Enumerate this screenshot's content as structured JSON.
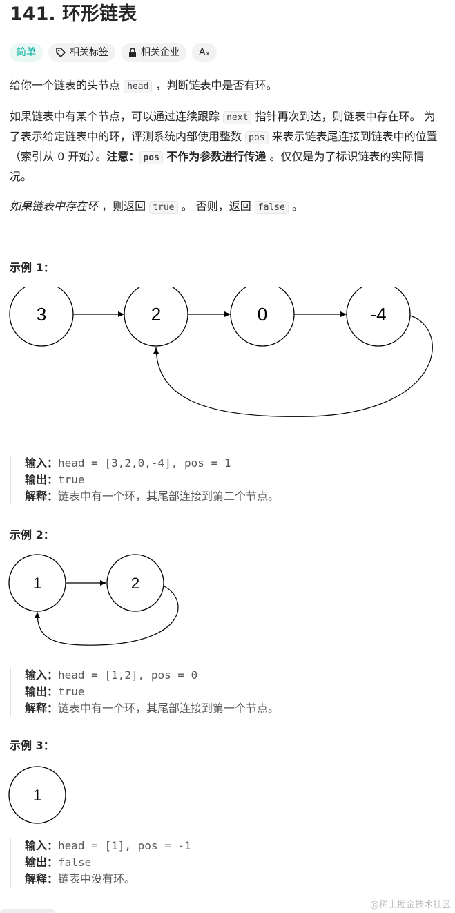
{
  "problem": {
    "title": "141. 环形链表",
    "tags": {
      "difficulty": "简单",
      "related_tags": "相关标签",
      "related_companies": "相关企业",
      "translate": "Aₓ"
    }
  },
  "description": {
    "p1": {
      "a": "给你一个链表的头节点 ",
      "code": "head",
      "b": " ，判断链表中是否有环。"
    },
    "p2": {
      "a": "如果链表中有某个节点，可以通过连续跟踪 ",
      "code1": "next",
      "b": " 指针再次到达，则链表中存在环。 为了表示给定链表中的环，评测系统内部使用整数 ",
      "code2": "pos",
      "c": " 来表示链表尾连接到链表中的位置（索引从 0 开始）。",
      "note_label": "注意：",
      "code3": "pos",
      "note_text": " 不作为参数进行传递",
      "d": " 。仅仅是为了标识链表的实际情况。"
    },
    "p3": {
      "a": "如果链表中存在环",
      "b": " ，则返回 ",
      "code1": "true",
      "c": " 。 否则，返回 ",
      "code2": "false",
      "d": " 。"
    }
  },
  "examples": [
    {
      "title": "示例 1：",
      "nodes": [
        "3",
        "2",
        "0",
        "-4"
      ],
      "cycle_to_index": 1,
      "input_label": "输入：",
      "input": "head = [3,2,0,-4], pos = 1",
      "output_label": "输出：",
      "output": "true",
      "explain_label": "解释：",
      "explain": "链表中有一个环，其尾部连接到第二个节点。"
    },
    {
      "title": "示例 2：",
      "nodes": [
        "1",
        "2"
      ],
      "cycle_to_index": 0,
      "input_label": "输入：",
      "input": "head = [1,2], pos = 0",
      "output_label": "输出：",
      "output": "true",
      "explain_label": "解释：",
      "explain": "链表中有一个环，其尾部连接到第一个节点。"
    },
    {
      "title": "示例 3：",
      "nodes": [
        "1"
      ],
      "cycle_to_index": -1,
      "input_label": "输入：",
      "input": "head = [1], pos = -1",
      "output_label": "输出：",
      "output": "false",
      "explain_label": "解释：",
      "explain": "链表中没有环。"
    }
  ],
  "watermark": "@稀土掘金技术社区",
  "colors": {
    "difficulty_easy": "#00af9b",
    "text": "#262626"
  }
}
